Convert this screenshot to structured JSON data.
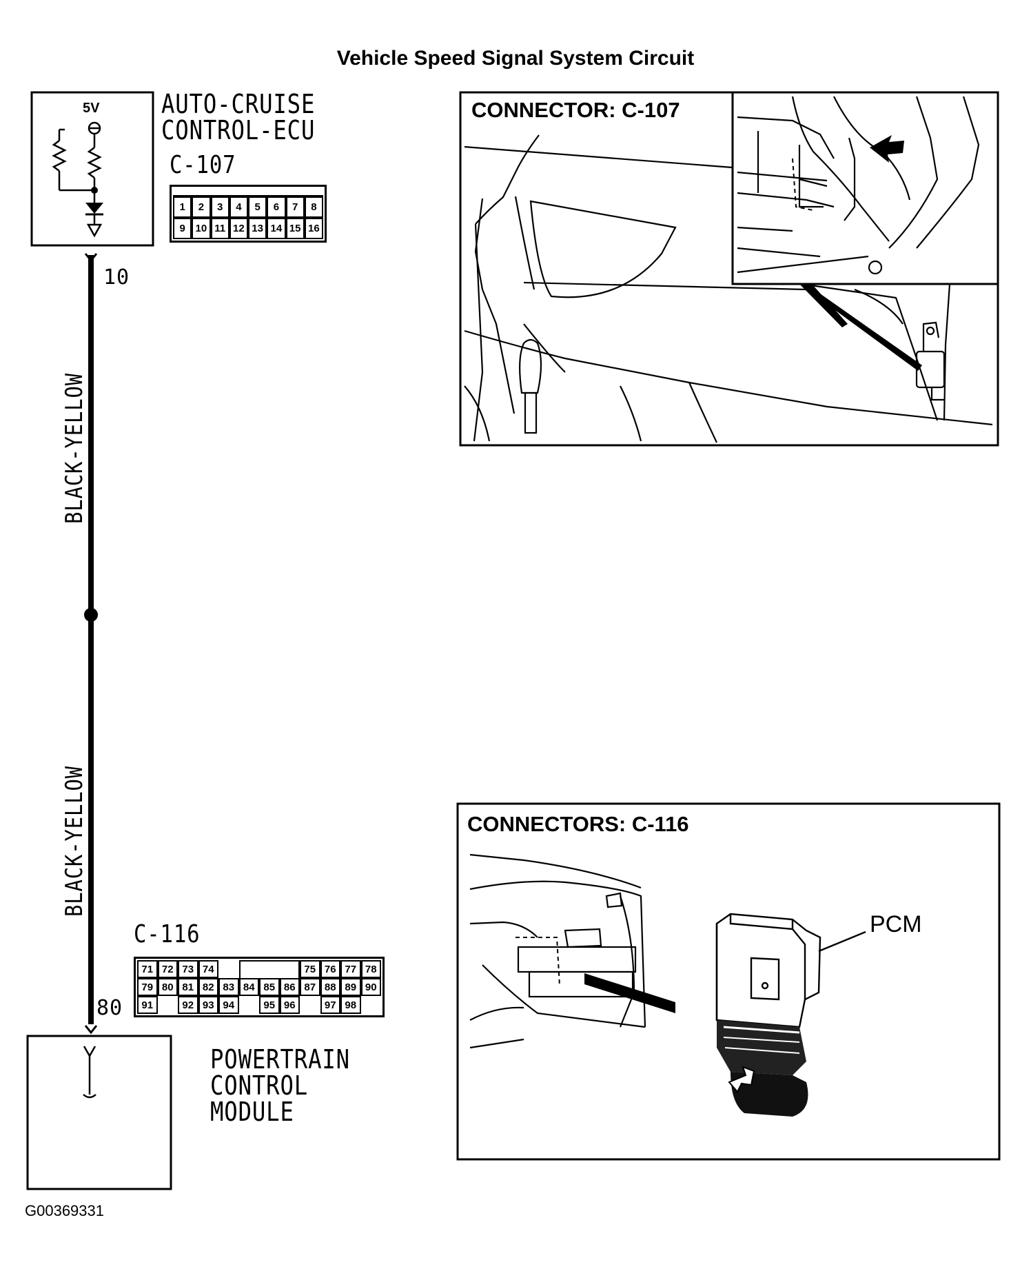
{
  "title": "Vehicle Speed Signal System Circuit",
  "ecu": {
    "name_line1": "AUTO-CRUISE",
    "name_line2": "CONTROL-ECU",
    "voltage": "5V",
    "connector": "C-107",
    "pins_row1": [
      "1",
      "2",
      "3",
      "4",
      "5",
      "6",
      "7",
      "8"
    ],
    "pins_row2": [
      "9",
      "10",
      "11",
      "12",
      "13",
      "14",
      "15",
      "16"
    ],
    "wire_pin": "10"
  },
  "wire": {
    "label_upper": "BLACK-YELLOW",
    "label_lower": "BLACK-YELLOW"
  },
  "pcm": {
    "name_line1": "POWERTRAIN",
    "name_line2": "CONTROL",
    "name_line3": "MODULE",
    "connector": "C-116",
    "wire_pin": "80",
    "pins_row1": [
      "71",
      "72",
      "73",
      "74",
      "",
      "",
      "",
      "75",
      "76",
      "77"
    ],
    "pins_row2": [
      "78",
      "79",
      "80",
      "81",
      "82",
      "83",
      "84",
      "85",
      "86",
      "87",
      "88",
      "89"
    ],
    "pins_row3": [
      "90",
      "91",
      "",
      "92",
      "93",
      "94",
      "",
      "95",
      "96",
      "",
      "97",
      "98"
    ]
  },
  "panel_c107": {
    "title": "CONNECTOR: C-107"
  },
  "panel_c116": {
    "title": "CONNECTORS: C-116",
    "callout": "PCM"
  },
  "figure_id": "G00369331"
}
